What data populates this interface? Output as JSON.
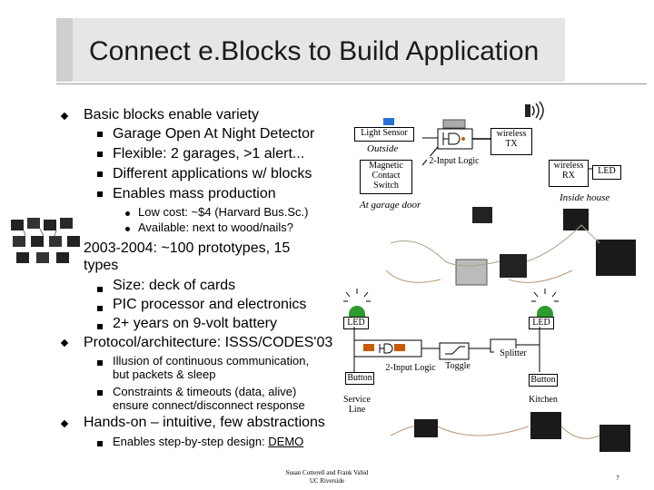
{
  "title": "Connect e.Blocks to Build Application",
  "bullets": {
    "b1": "Basic blocks enable variety",
    "b1_subs": [
      "Garage Open At Night Detector",
      "Flexible: 2 garages, >1 alert...",
      "Different applications w/ blocks",
      "Enables mass production"
    ],
    "b1_subsubs": [
      "Low cost: ~$4 (Harvard Bus.Sc.)",
      "Available: next to wood/nails?"
    ],
    "b2": "2003-2004: ~100 prototypes, 15 types",
    "b2_line1": "2003-2004: ~100 prototypes, 15",
    "b2_line2": "types",
    "b2_subs": [
      "Size: deck of cards",
      "PIC processor and electronics",
      "2+ years on 9-volt battery"
    ],
    "b3": "Protocol/architecture: ISSS/CODES'03",
    "b3_subs_1a": "Illusion of continuous communication,",
    "b3_subs_1b": "but packets & sleep",
    "b3_subs_2a": "Constraints & timeouts (data, alive)",
    "b3_subs_2b": "ensure connect/disconnect response",
    "b4": "Hands-on – intuitive, few abstractions",
    "b4_sub_prefix": "Enables step-by-step design: ",
    "b4_sub_link": "DEMO"
  },
  "diagram_top": {
    "light_sensor": "Light Sensor",
    "outside": "Outside",
    "magnetic_a": "Magnetic",
    "magnetic_b": "Contact",
    "magnetic_c": "Switch",
    "logic": "2-Input Logic",
    "wireless_tx_a": "wireless",
    "wireless_tx_b": "TX",
    "wireless_rx_a": "wireless",
    "wireless_rx_b": "RX",
    "led": "LED",
    "inside_house": "Inside house",
    "at_garage_door": "At garage door"
  },
  "diagram_bottom": {
    "led_left": "LED",
    "led_right": "LED",
    "splitter": "Splitter",
    "button_left": "Button",
    "logic": "2-Input Logic",
    "toggle": "Toggle",
    "button_right": "Button",
    "service_line": "Service Line",
    "kitchen": "Kitchen"
  },
  "footer": {
    "authors": "Susan Cotterell and Frank Vahid",
    "school": "UC Riverside",
    "page": "7"
  },
  "colors": {
    "title_bg": "#e6e6e6",
    "led_green": "#2e9b2e",
    "sensor_blue": "#2a6fd6",
    "wire": "#c85a00"
  }
}
